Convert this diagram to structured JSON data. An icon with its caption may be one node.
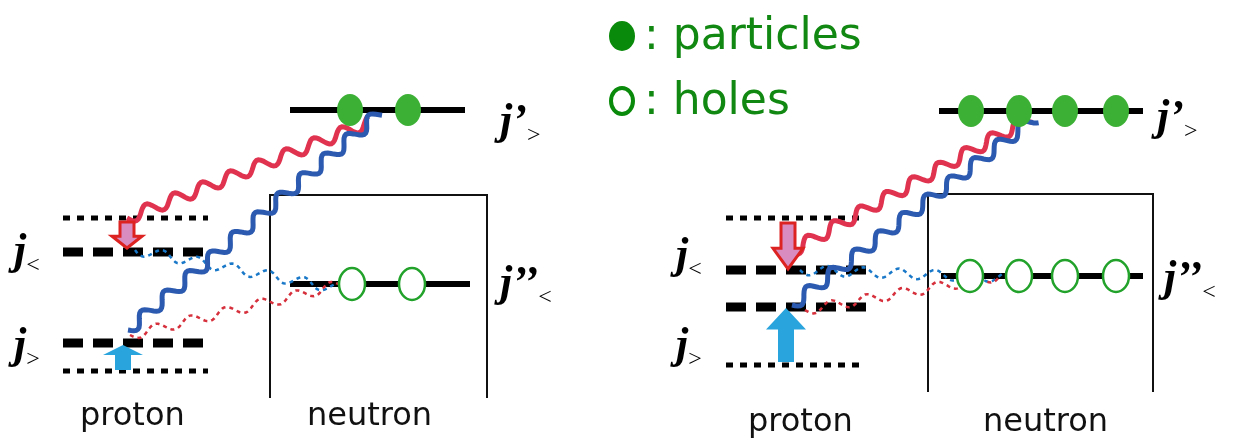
{
  "diagram": {
    "labels": [
      "j’$_{>}$",
      "j$_{<}$",
      "j’’$_{<}$",
      "j$_{>}$",
      "proton",
      "neutron",
      "j’$_{>}$",
      "j$_{<}$",
      "j’’$_{<}$",
      "j$_{>}$",
      "proton",
      "neutron"
    ],
    "legend": [
      {
        "text": ": particles"
      },
      {
        "text": ": holes"
      }
    ]
  }
}
